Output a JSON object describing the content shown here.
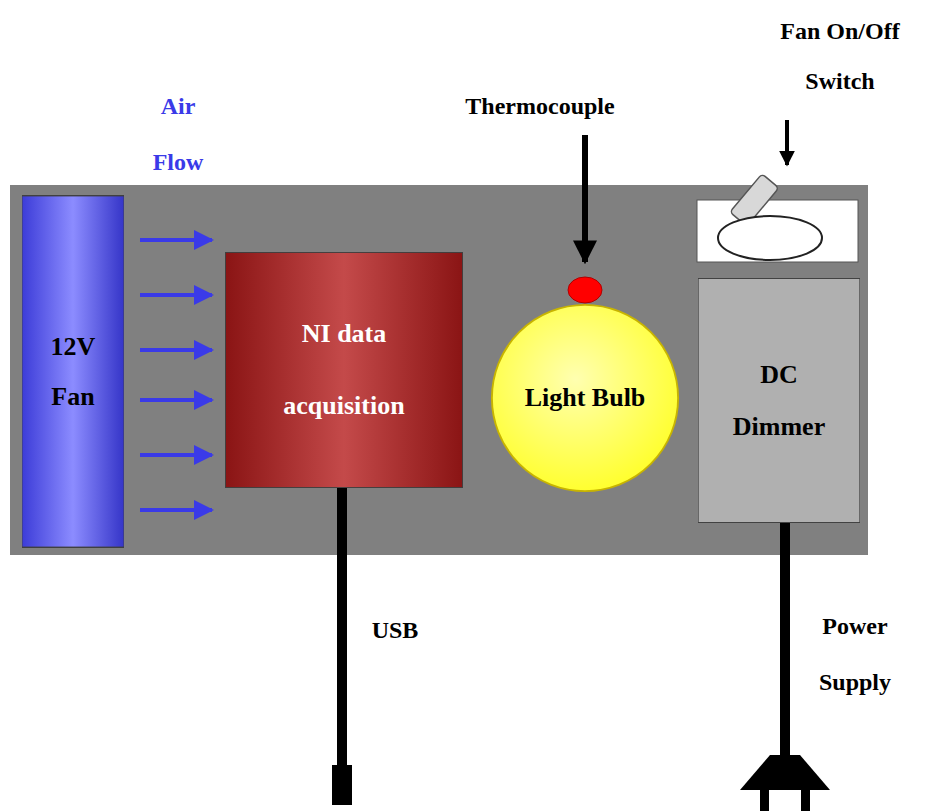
{
  "diagram": {
    "nodes": [
      {
        "text": [
          "12V Fan"
        ]
      },
      {
        "text": [
          "NI data acquisition"
        ]
      },
      {
        "text": [
          "Light Bulb"
        ]
      },
      {
        "text": [
          "DC Dimmer"
        ]
      }
    ],
    "labels": [
      "Air Flow",
      "Thermocouple",
      "Fan On/Off Switch",
      "USB",
      "Power Supply"
    ]
  }
}
